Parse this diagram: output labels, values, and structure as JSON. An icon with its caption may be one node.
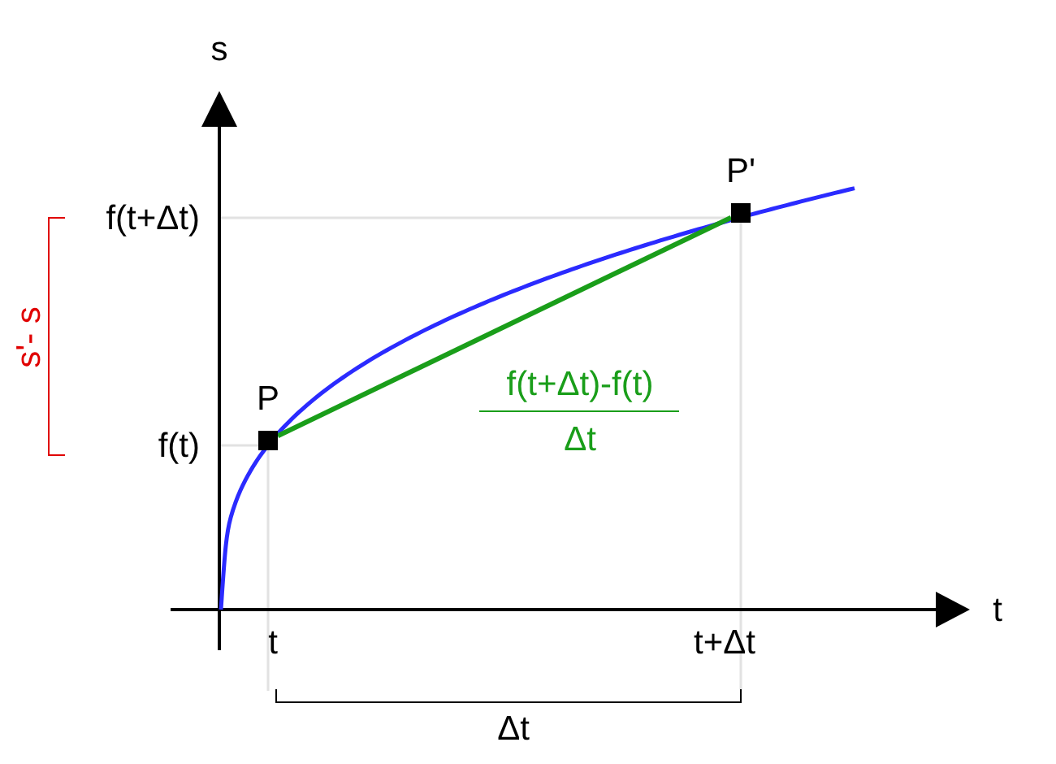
{
  "diagram": {
    "nodes": [
      {
        "text": [
          "P"
        ]
      },
      {
        "text": [
          "P'"
        ]
      }
    ],
    "edges": [
      {
        "from": 0,
        "to": 1,
        "arrow": "none",
        "color": "#1a9e1a"
      }
    ],
    "labels": [
      "s",
      "f(t+Δt)",
      "s'- s",
      "f(t)",
      "f(t+Δt)-f(t)",
      "Δt",
      "t",
      "t",
      "t+Δt",
      "Δt"
    ]
  }
}
